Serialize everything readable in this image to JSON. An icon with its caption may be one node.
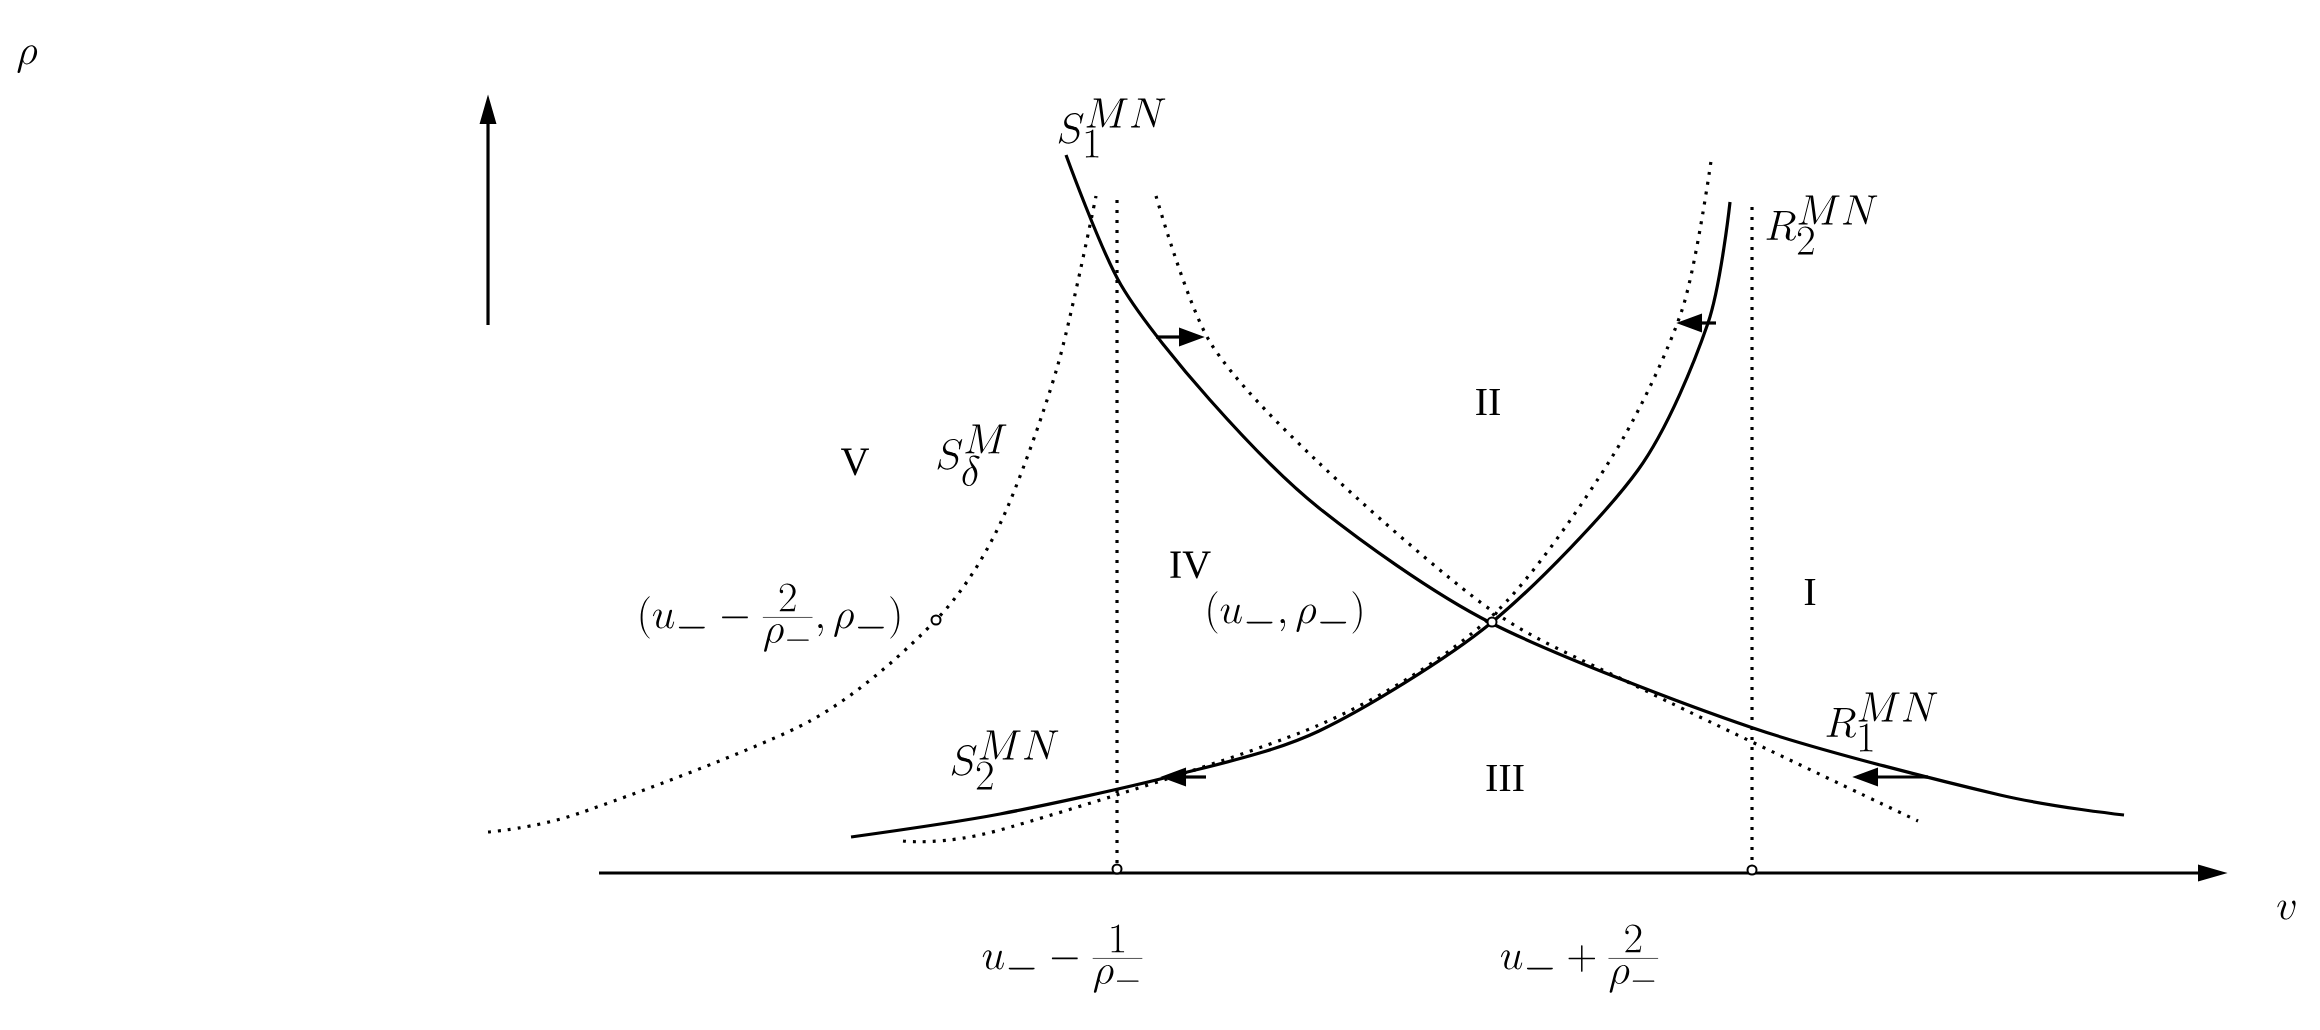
{
  "diagram": {
    "labels": [
      "\\rho",
      "S_1^{MN}",
      "R_2^{MN}",
      "S_\\delta^M",
      "V",
      "II",
      "IV",
      "(u_-,\\rho_-)",
      "I",
      "(u_- - \\frac{2}{\\rho_-},\\rho_-)",
      "R_1^{MN}",
      "S_2^{MN}",
      "III",
      "u_- - \\frac{1}{\\rho_-}",
      "u_- + \\frac{2}{\\rho_-}",
      "v"
    ]
  }
}
